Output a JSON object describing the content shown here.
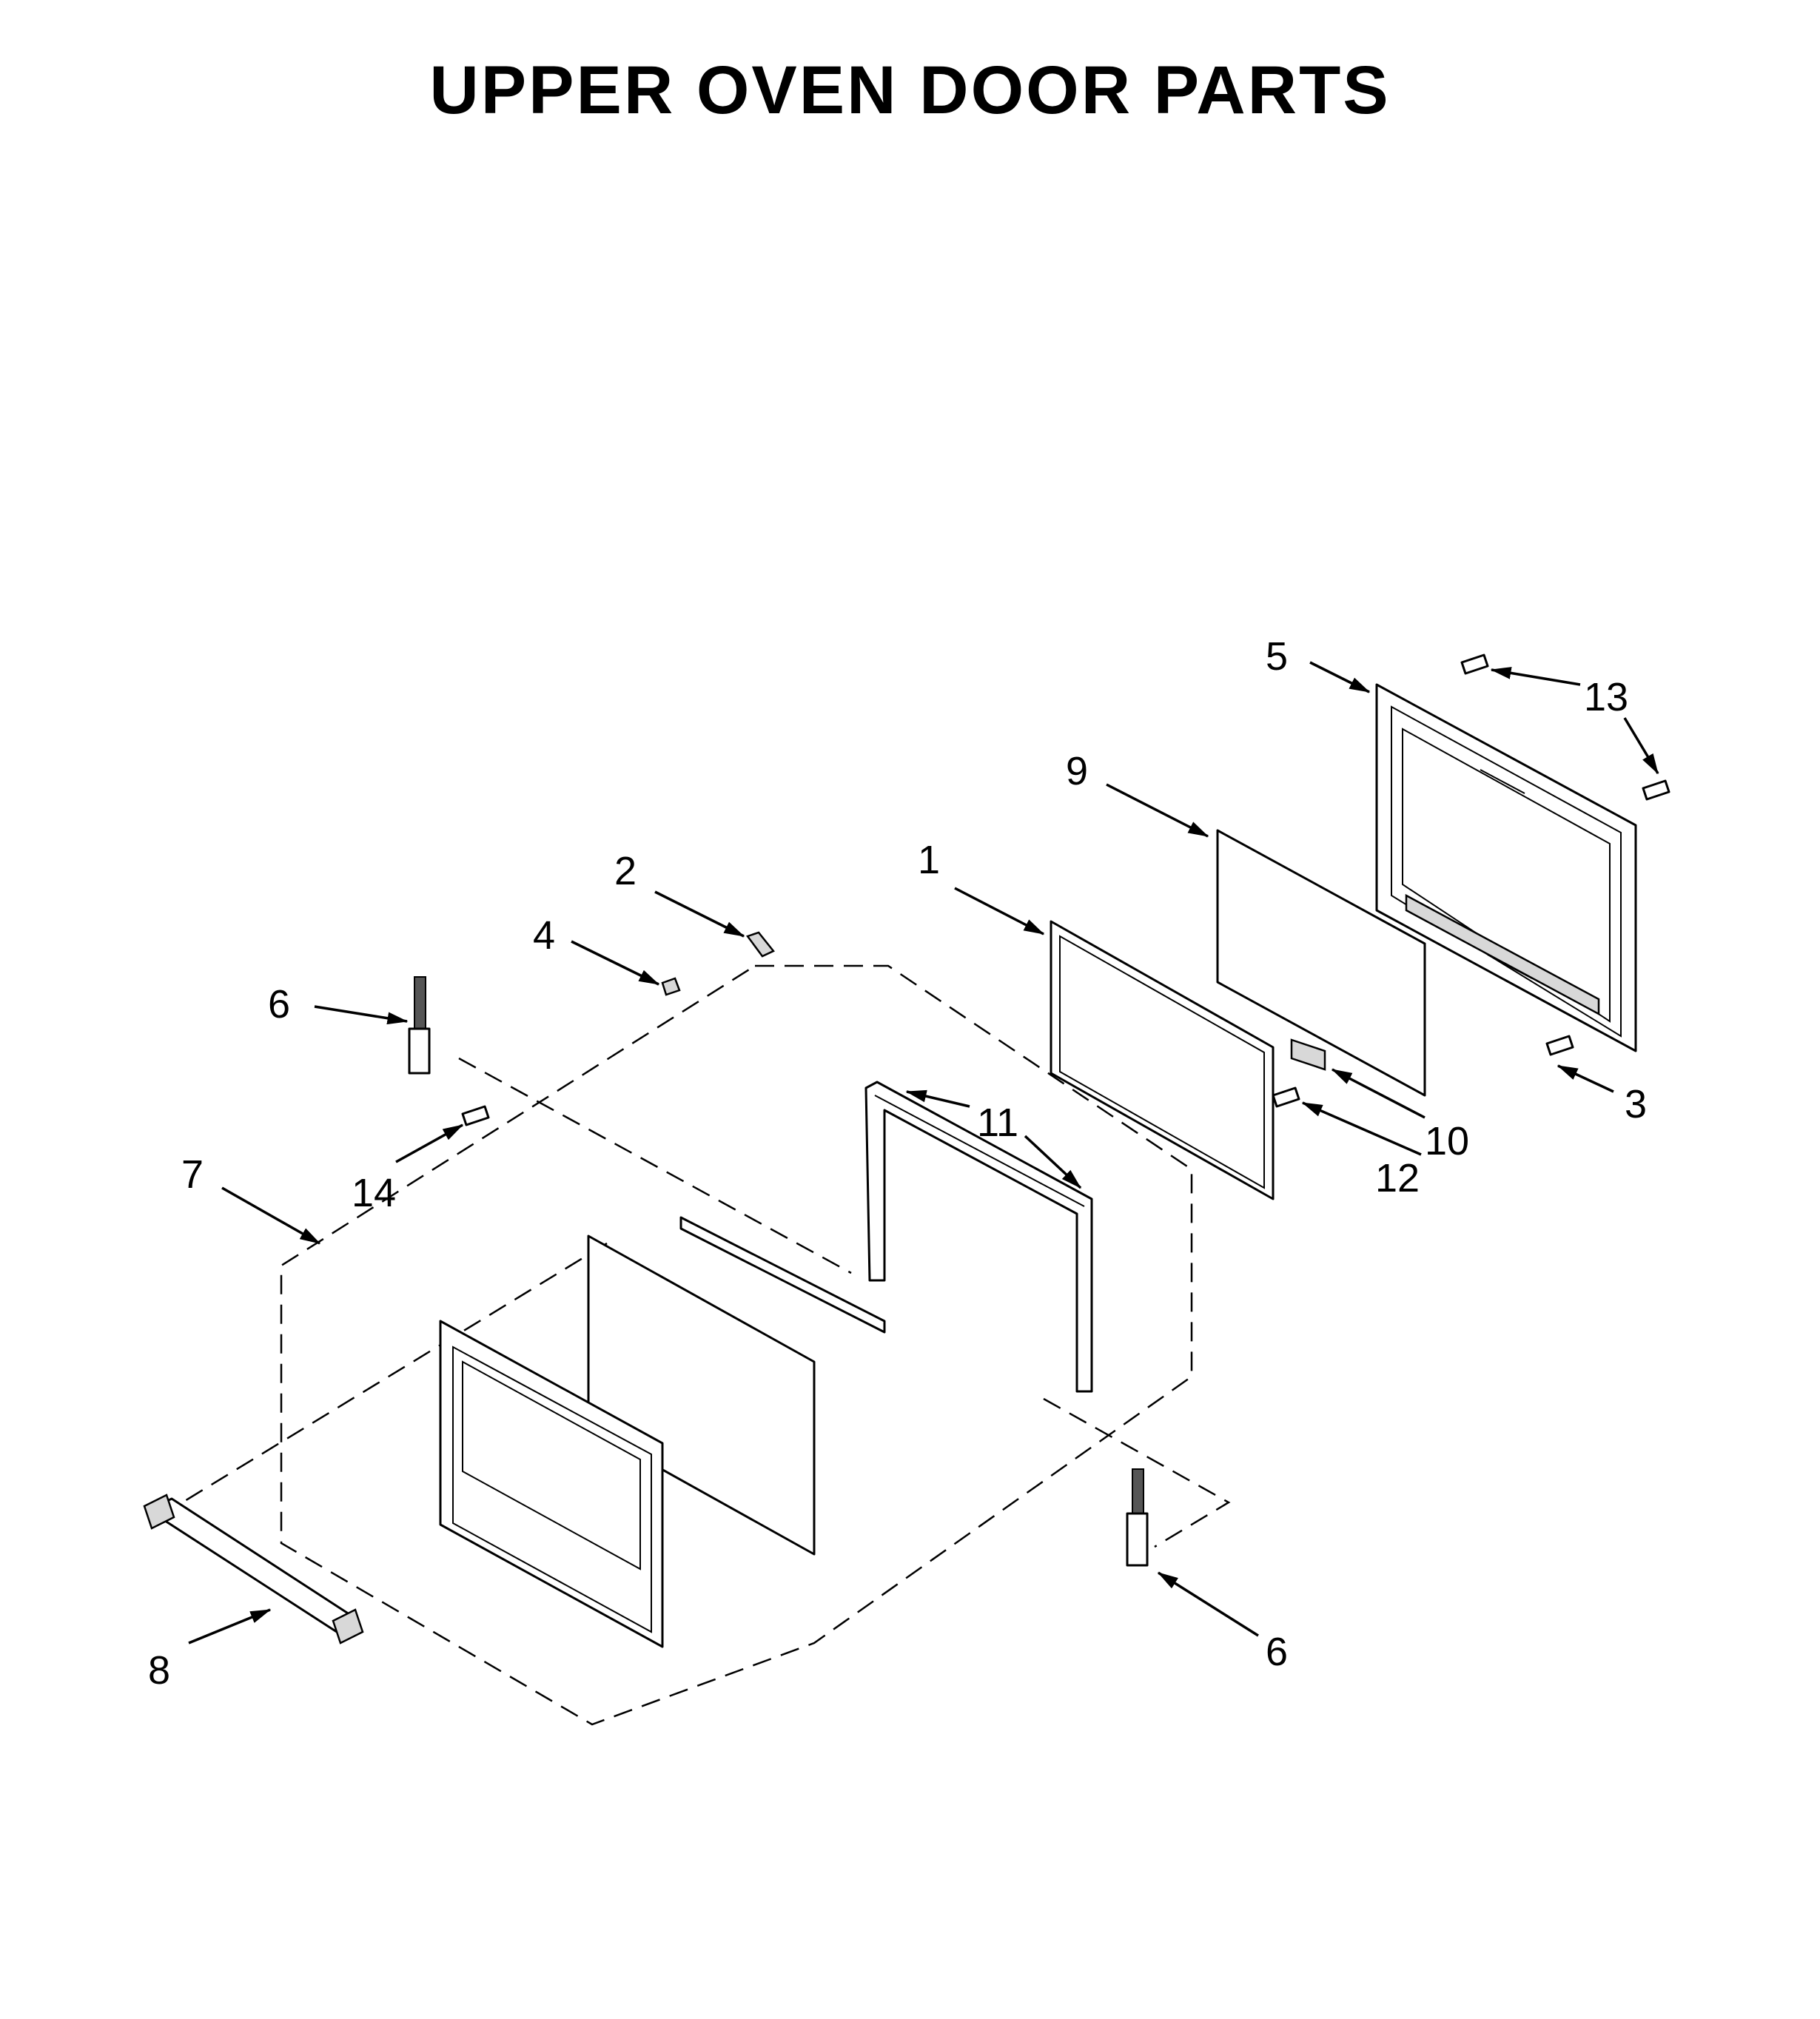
{
  "title": "UPPER OVEN DOOR PARTS",
  "callouts": {
    "c1": "1",
    "c2": "2",
    "c3": "3",
    "c4": "4",
    "c5": "5",
    "c6a": "6",
    "c6b": "6",
    "c7": "7",
    "c8": "8",
    "c9": "9",
    "c10": "10",
    "c11": "11",
    "c12": "12",
    "c13": "13",
    "c14": "14"
  }
}
